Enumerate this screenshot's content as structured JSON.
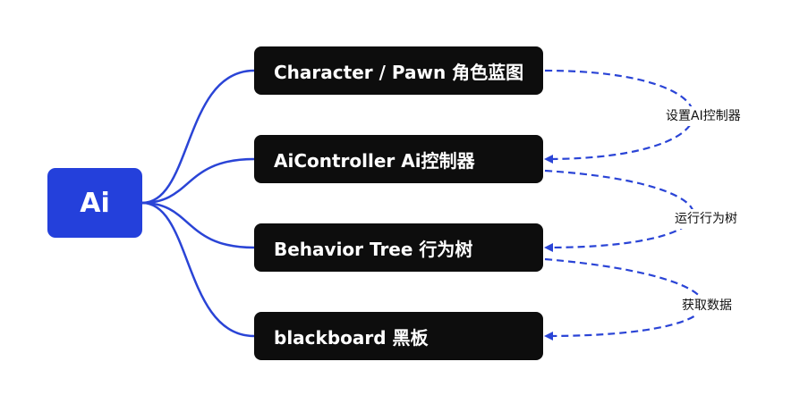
{
  "root": {
    "label": "Ai"
  },
  "nodes": [
    {
      "label": "Character / Pawn 角色蓝图"
    },
    {
      "label": "AiController Ai控制器"
    },
    {
      "label": "Behavior Tree 行为树"
    },
    {
      "label": "blackboard 黑板"
    }
  ],
  "relations": [
    {
      "label": "设置AI控制器",
      "from": "Character / Pawn 角色蓝图",
      "to": "AiController Ai控制器"
    },
    {
      "label": "运行行为树",
      "from": "AiController Ai控制器",
      "to": "Behavior Tree 行为树"
    },
    {
      "label": "获取数据",
      "from": "Behavior Tree 行为树",
      "to": "blackboard 黑板"
    }
  ],
  "colors": {
    "root_fill": "#2440DB",
    "node_fill": "#0D0D0D",
    "connector": "#2A44D6",
    "node_text": "#FFFFFF",
    "label_text": "#111111"
  }
}
